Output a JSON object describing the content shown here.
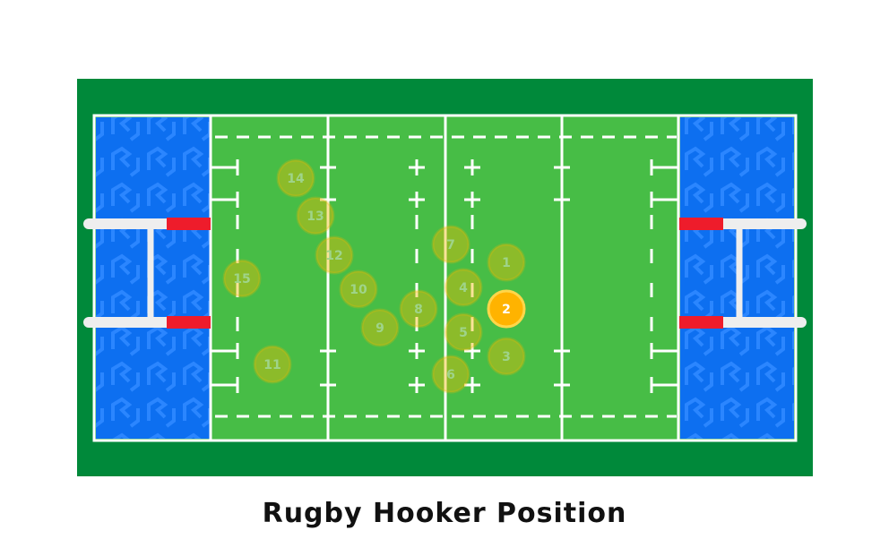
{
  "title": "Rugby Hooker Position",
  "colors": {
    "surround": "#00893a",
    "field": "#47bd46",
    "in_goal": "#0d6ff0",
    "lines": "#ffffff",
    "post_pad": "#ee1c2b",
    "player_faded": "#f5b800",
    "player_highlight": "#ffb300"
  },
  "highlighted_player": "2",
  "players": [
    {
      "number": "14",
      "highlight": false
    },
    {
      "number": "13",
      "highlight": false
    },
    {
      "number": "12",
      "highlight": false
    },
    {
      "number": "15",
      "highlight": false
    },
    {
      "number": "10",
      "highlight": false
    },
    {
      "number": "9",
      "highlight": false
    },
    {
      "number": "8",
      "highlight": false
    },
    {
      "number": "11",
      "highlight": false
    },
    {
      "number": "7",
      "highlight": false
    },
    {
      "number": "1",
      "highlight": false
    },
    {
      "number": "4",
      "highlight": false
    },
    {
      "number": "2",
      "highlight": true
    },
    {
      "number": "5",
      "highlight": false
    },
    {
      "number": "3",
      "highlight": false
    },
    {
      "number": "6",
      "highlight": false
    }
  ]
}
